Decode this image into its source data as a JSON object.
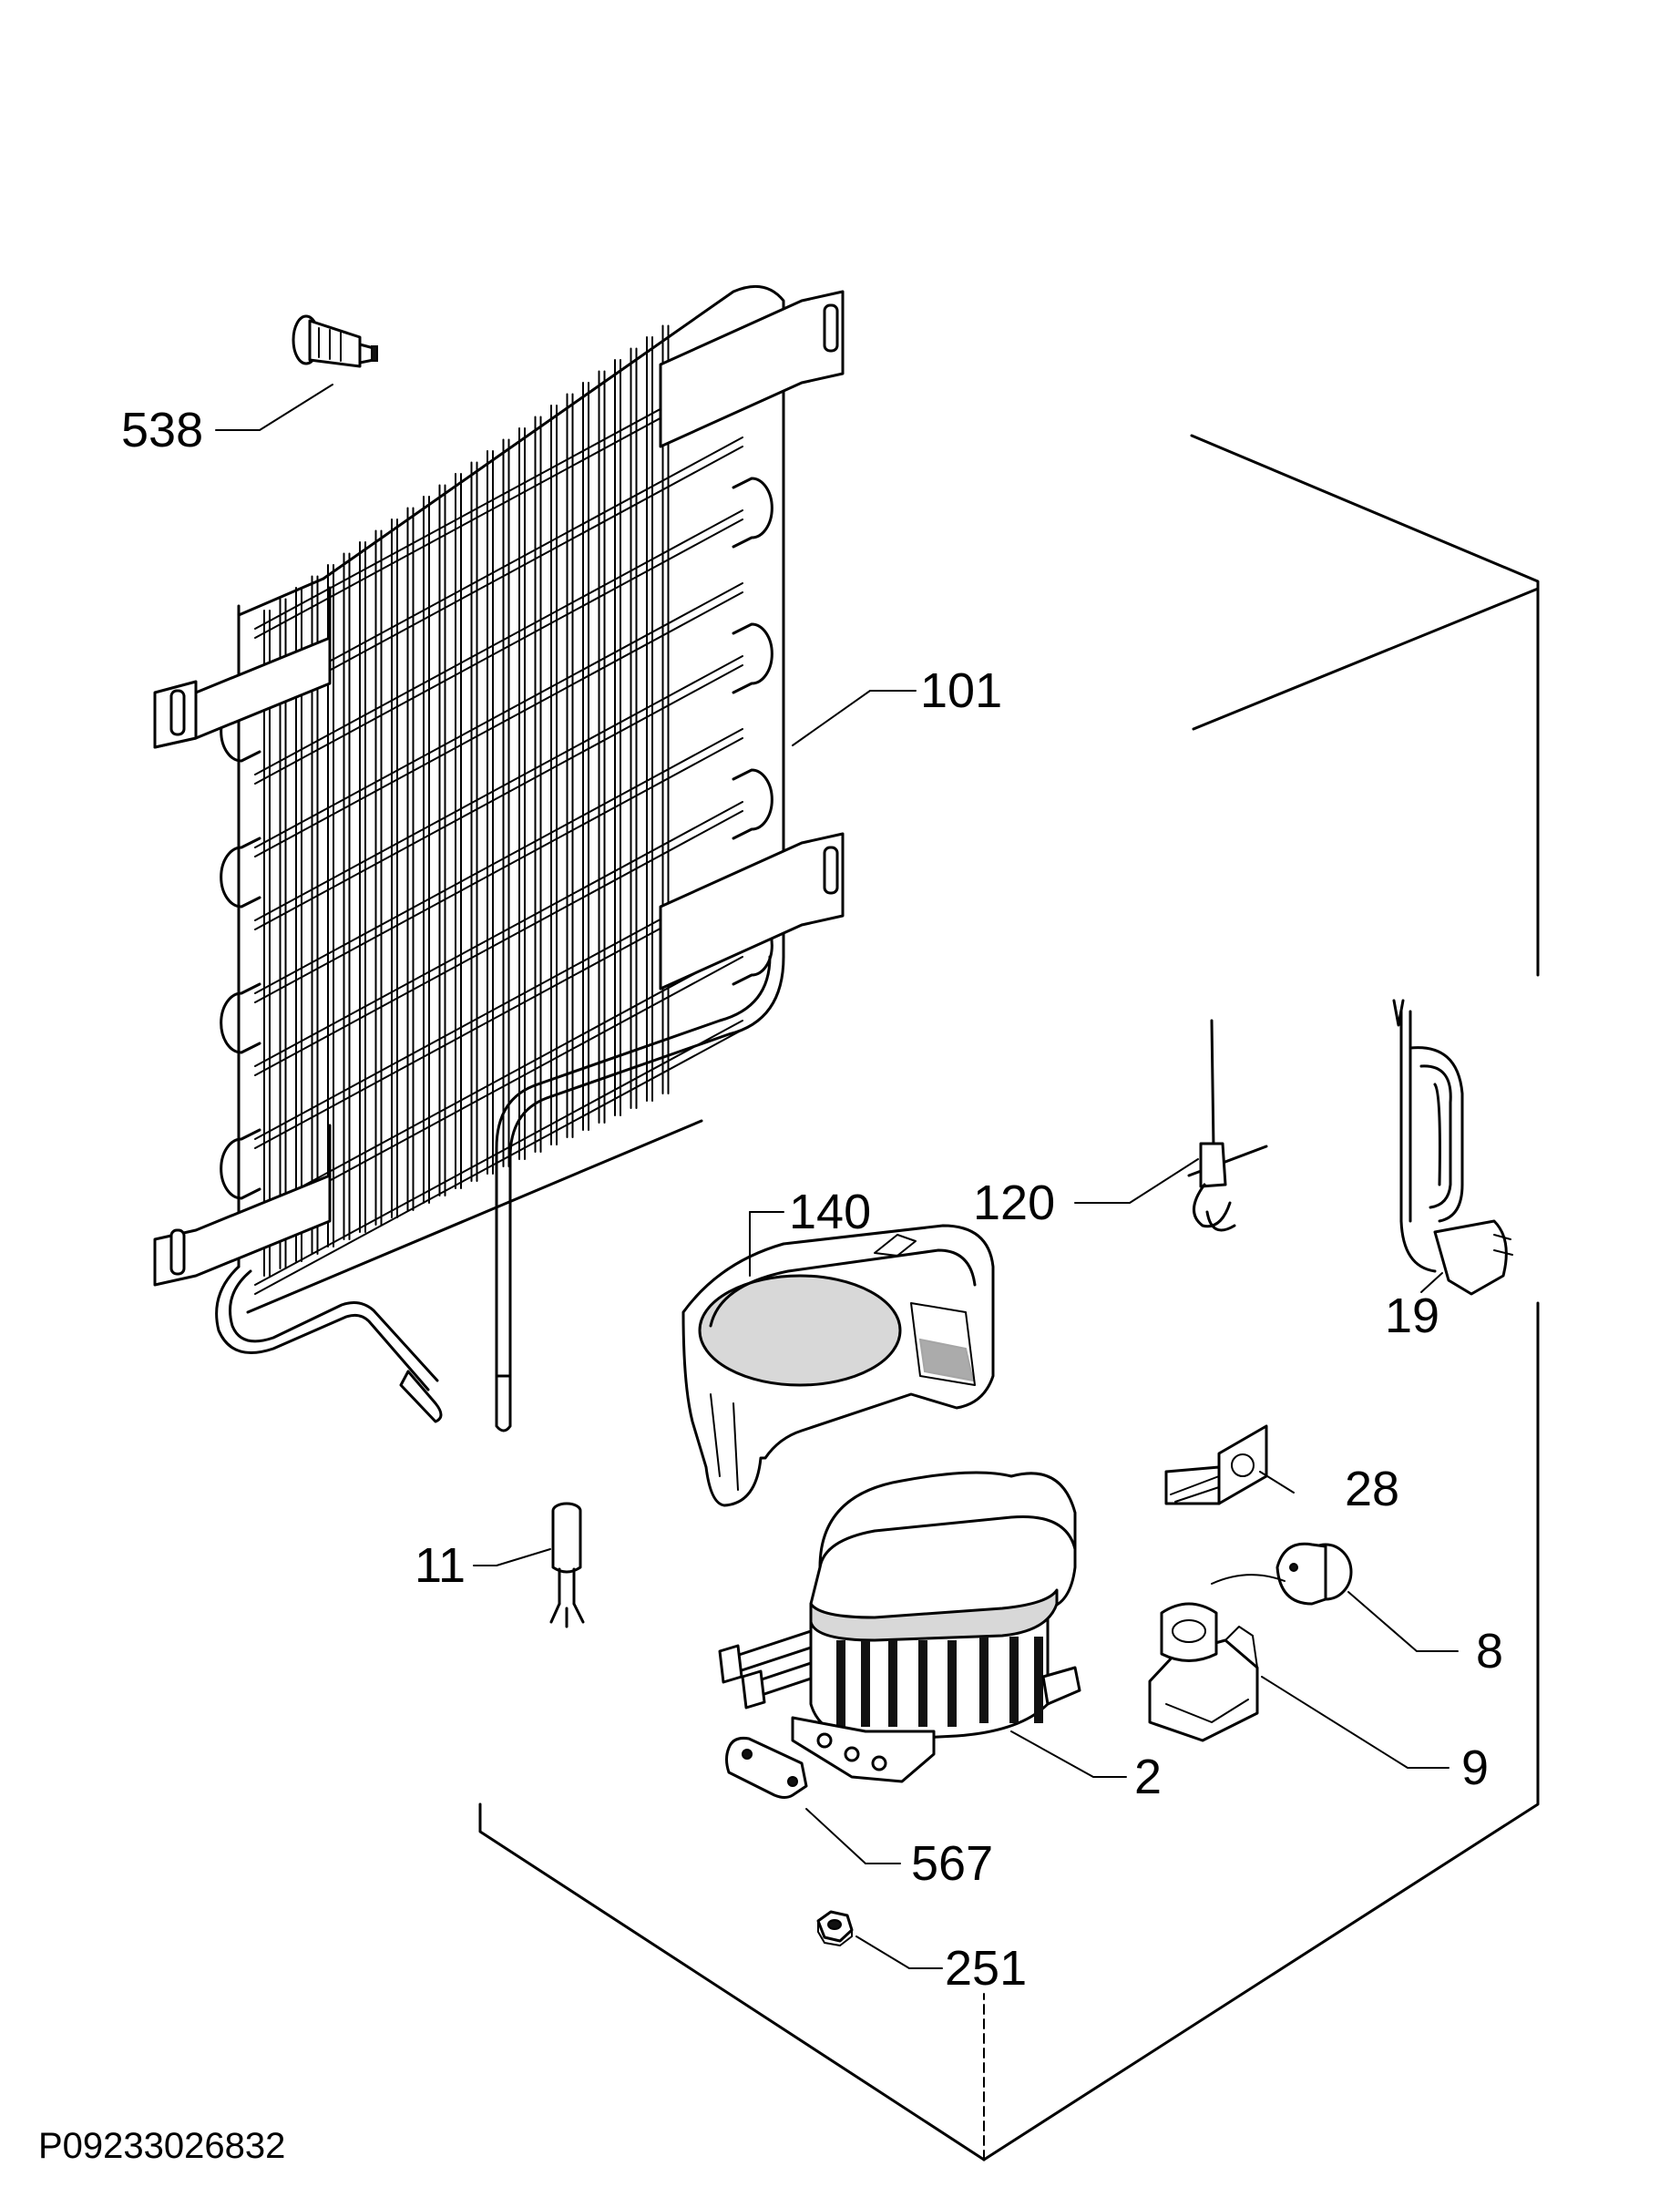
{
  "parts": [
    {
      "id": "p538",
      "number": "538"
    },
    {
      "id": "p101",
      "number": "101"
    },
    {
      "id": "p140",
      "number": "140"
    },
    {
      "id": "p120",
      "number": "120"
    },
    {
      "id": "p19",
      "number": "19"
    },
    {
      "id": "p28",
      "number": "28"
    },
    {
      "id": "p11",
      "number": "11"
    },
    {
      "id": "p8",
      "number": "8"
    },
    {
      "id": "p9",
      "number": "9"
    },
    {
      "id": "p2",
      "number": "2"
    },
    {
      "id": "p567",
      "number": "567"
    },
    {
      "id": "p251",
      "number": "251"
    }
  ],
  "drawing_code": "P09233026832"
}
